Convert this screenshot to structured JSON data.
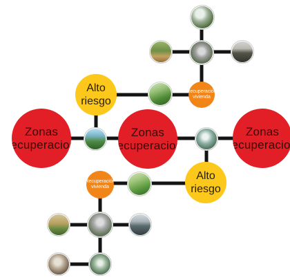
{
  "colors": {
    "red": "#e21f26",
    "yellow": "#fcc81b",
    "orange": "#f18518",
    "link": "#141414"
  },
  "labels": {
    "zonas_recuperacion": "Zonas recuperacion",
    "alto_riesgo": "Alto riesgo",
    "recuperacion_vivienda": "Recuperación vivienda"
  },
  "photos": {
    "river_park": "river-park-photo",
    "waterfall": "waterfall-photo",
    "grass_field": "grass-field-photo",
    "trees_scene": "trees-scene-photo",
    "rail_scene": "rail-scene-photo",
    "grass_slope": "grass-slope-photo",
    "bridge": "bridge-photo",
    "aerial_town": "aerial-town-photo",
    "village": "village-photo"
  }
}
